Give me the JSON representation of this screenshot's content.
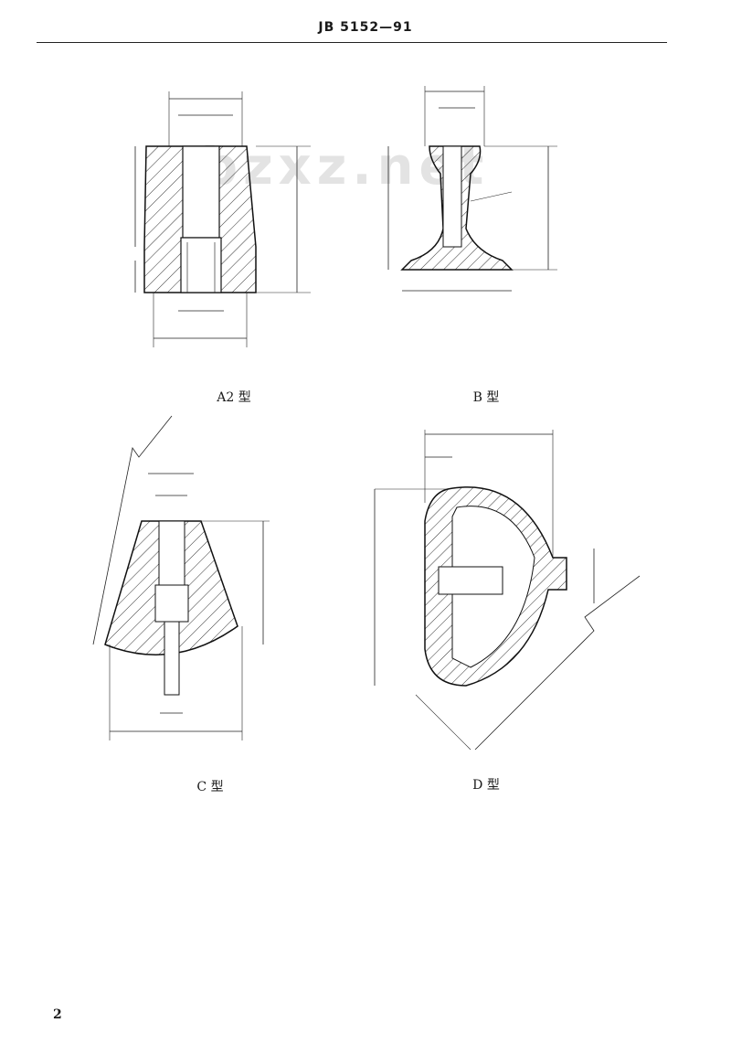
{
  "header": {
    "code": "JB 5152—91"
  },
  "watermark": "bzxz.net",
  "figures": {
    "a2": {
      "caption": "A2 型"
    },
    "b": {
      "caption": "B 型"
    },
    "c": {
      "caption": "C 型"
    },
    "d": {
      "caption": "D 型"
    }
  },
  "page_number": "2"
}
